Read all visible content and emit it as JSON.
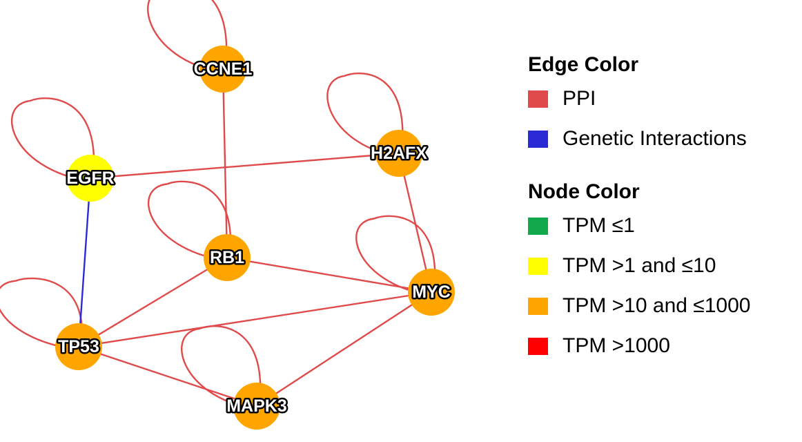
{
  "network": {
    "edge_colors": {
      "ppi": "#e04a4a",
      "genetic": "#2b2bd6"
    },
    "nodes": [
      {
        "id": "CCNE1",
        "label": "CCNE1",
        "color": "#ffa500"
      },
      {
        "id": "H2AFX",
        "label": "H2AFX",
        "color": "#ffa500"
      },
      {
        "id": "EGFR",
        "label": "EGFR",
        "color": "#ffff00"
      },
      {
        "id": "RB1",
        "label": "RB1",
        "color": "#ffa500"
      },
      {
        "id": "MYC",
        "label": "MYC",
        "color": "#ffa500"
      },
      {
        "id": "TP53",
        "label": "TP53",
        "color": "#ffa500"
      },
      {
        "id": "MAPK3",
        "label": "MAPK3",
        "color": "#ffa500"
      }
    ],
    "edges": [
      {
        "source": "CCNE1",
        "target": "CCNE1",
        "type": "ppi"
      },
      {
        "source": "H2AFX",
        "target": "H2AFX",
        "type": "ppi"
      },
      {
        "source": "EGFR",
        "target": "EGFR",
        "type": "ppi"
      },
      {
        "source": "RB1",
        "target": "RB1",
        "type": "ppi"
      },
      {
        "source": "MYC",
        "target": "MYC",
        "type": "ppi"
      },
      {
        "source": "TP53",
        "target": "TP53",
        "type": "ppi"
      },
      {
        "source": "MAPK3",
        "target": "MAPK3",
        "type": "ppi"
      },
      {
        "source": "CCNE1",
        "target": "RB1",
        "type": "ppi"
      },
      {
        "source": "EGFR",
        "target": "H2AFX",
        "type": "ppi"
      },
      {
        "source": "H2AFX",
        "target": "MYC",
        "type": "ppi"
      },
      {
        "source": "RB1",
        "target": "MYC",
        "type": "ppi"
      },
      {
        "source": "RB1",
        "target": "TP53",
        "type": "ppi"
      },
      {
        "source": "TP53",
        "target": "MYC",
        "type": "ppi"
      },
      {
        "source": "TP53",
        "target": "MAPK3",
        "type": "ppi"
      },
      {
        "source": "MAPK3",
        "target": "MYC",
        "type": "ppi"
      },
      {
        "source": "EGFR",
        "target": "TP53",
        "type": "genetic"
      }
    ]
  },
  "legend": {
    "edge_title": "Edge Color",
    "edge_items": [
      {
        "label": "PPI",
        "color": "#e04a4a"
      },
      {
        "label": "Genetic Interactions",
        "color": "#2b2bd6"
      }
    ],
    "node_title": "Node Color",
    "node_items": [
      {
        "label": "TPM ≤1",
        "color": "#12a84c"
      },
      {
        "label": "TPM >1 and ≤10",
        "color": "#ffff00"
      },
      {
        "label": "TPM >10 and ≤1000",
        "color": "#ffa500"
      },
      {
        "label": "TPM >1000",
        "color": "#ff0000"
      }
    ]
  }
}
